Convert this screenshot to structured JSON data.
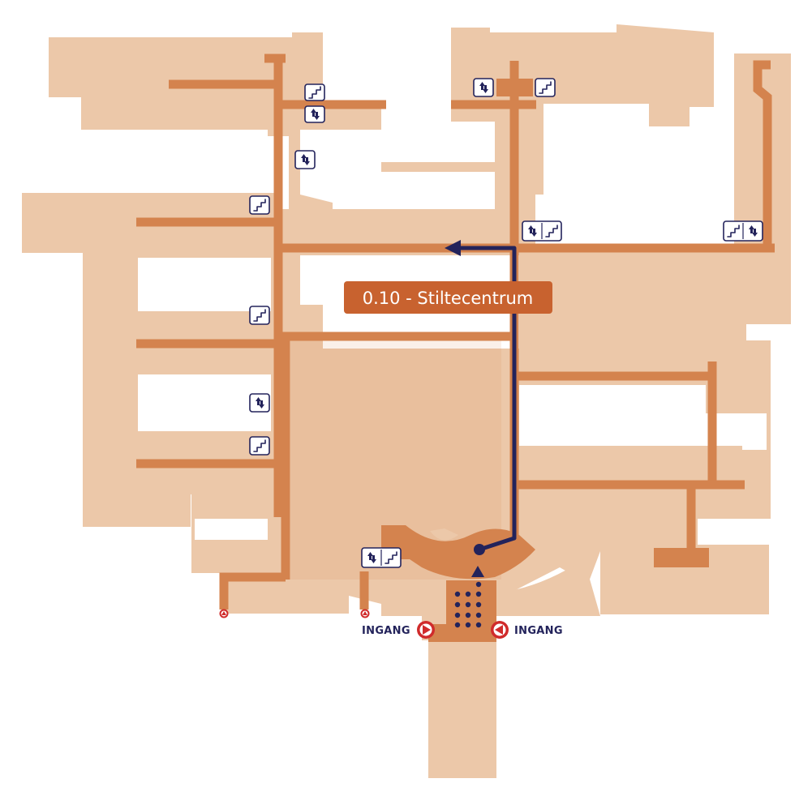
{
  "destination": {
    "label": "0.10 - Stiltecentrum"
  },
  "entrances": {
    "left_label": "INGANG",
    "right_label": "INGANG"
  },
  "icons": {
    "stairs": "stairs-icon",
    "elevator": "elevator-icon",
    "entrance_marker": "entrance-marker-icon",
    "route_arrow": "route-arrow-icon"
  },
  "colors": {
    "building": "#ecc8a9",
    "corridor": "#d4834e",
    "route": "#23235b",
    "label_bg": "#c8622f",
    "entrance_red": "#d02b2b",
    "icon_ink": "#23235b"
  }
}
